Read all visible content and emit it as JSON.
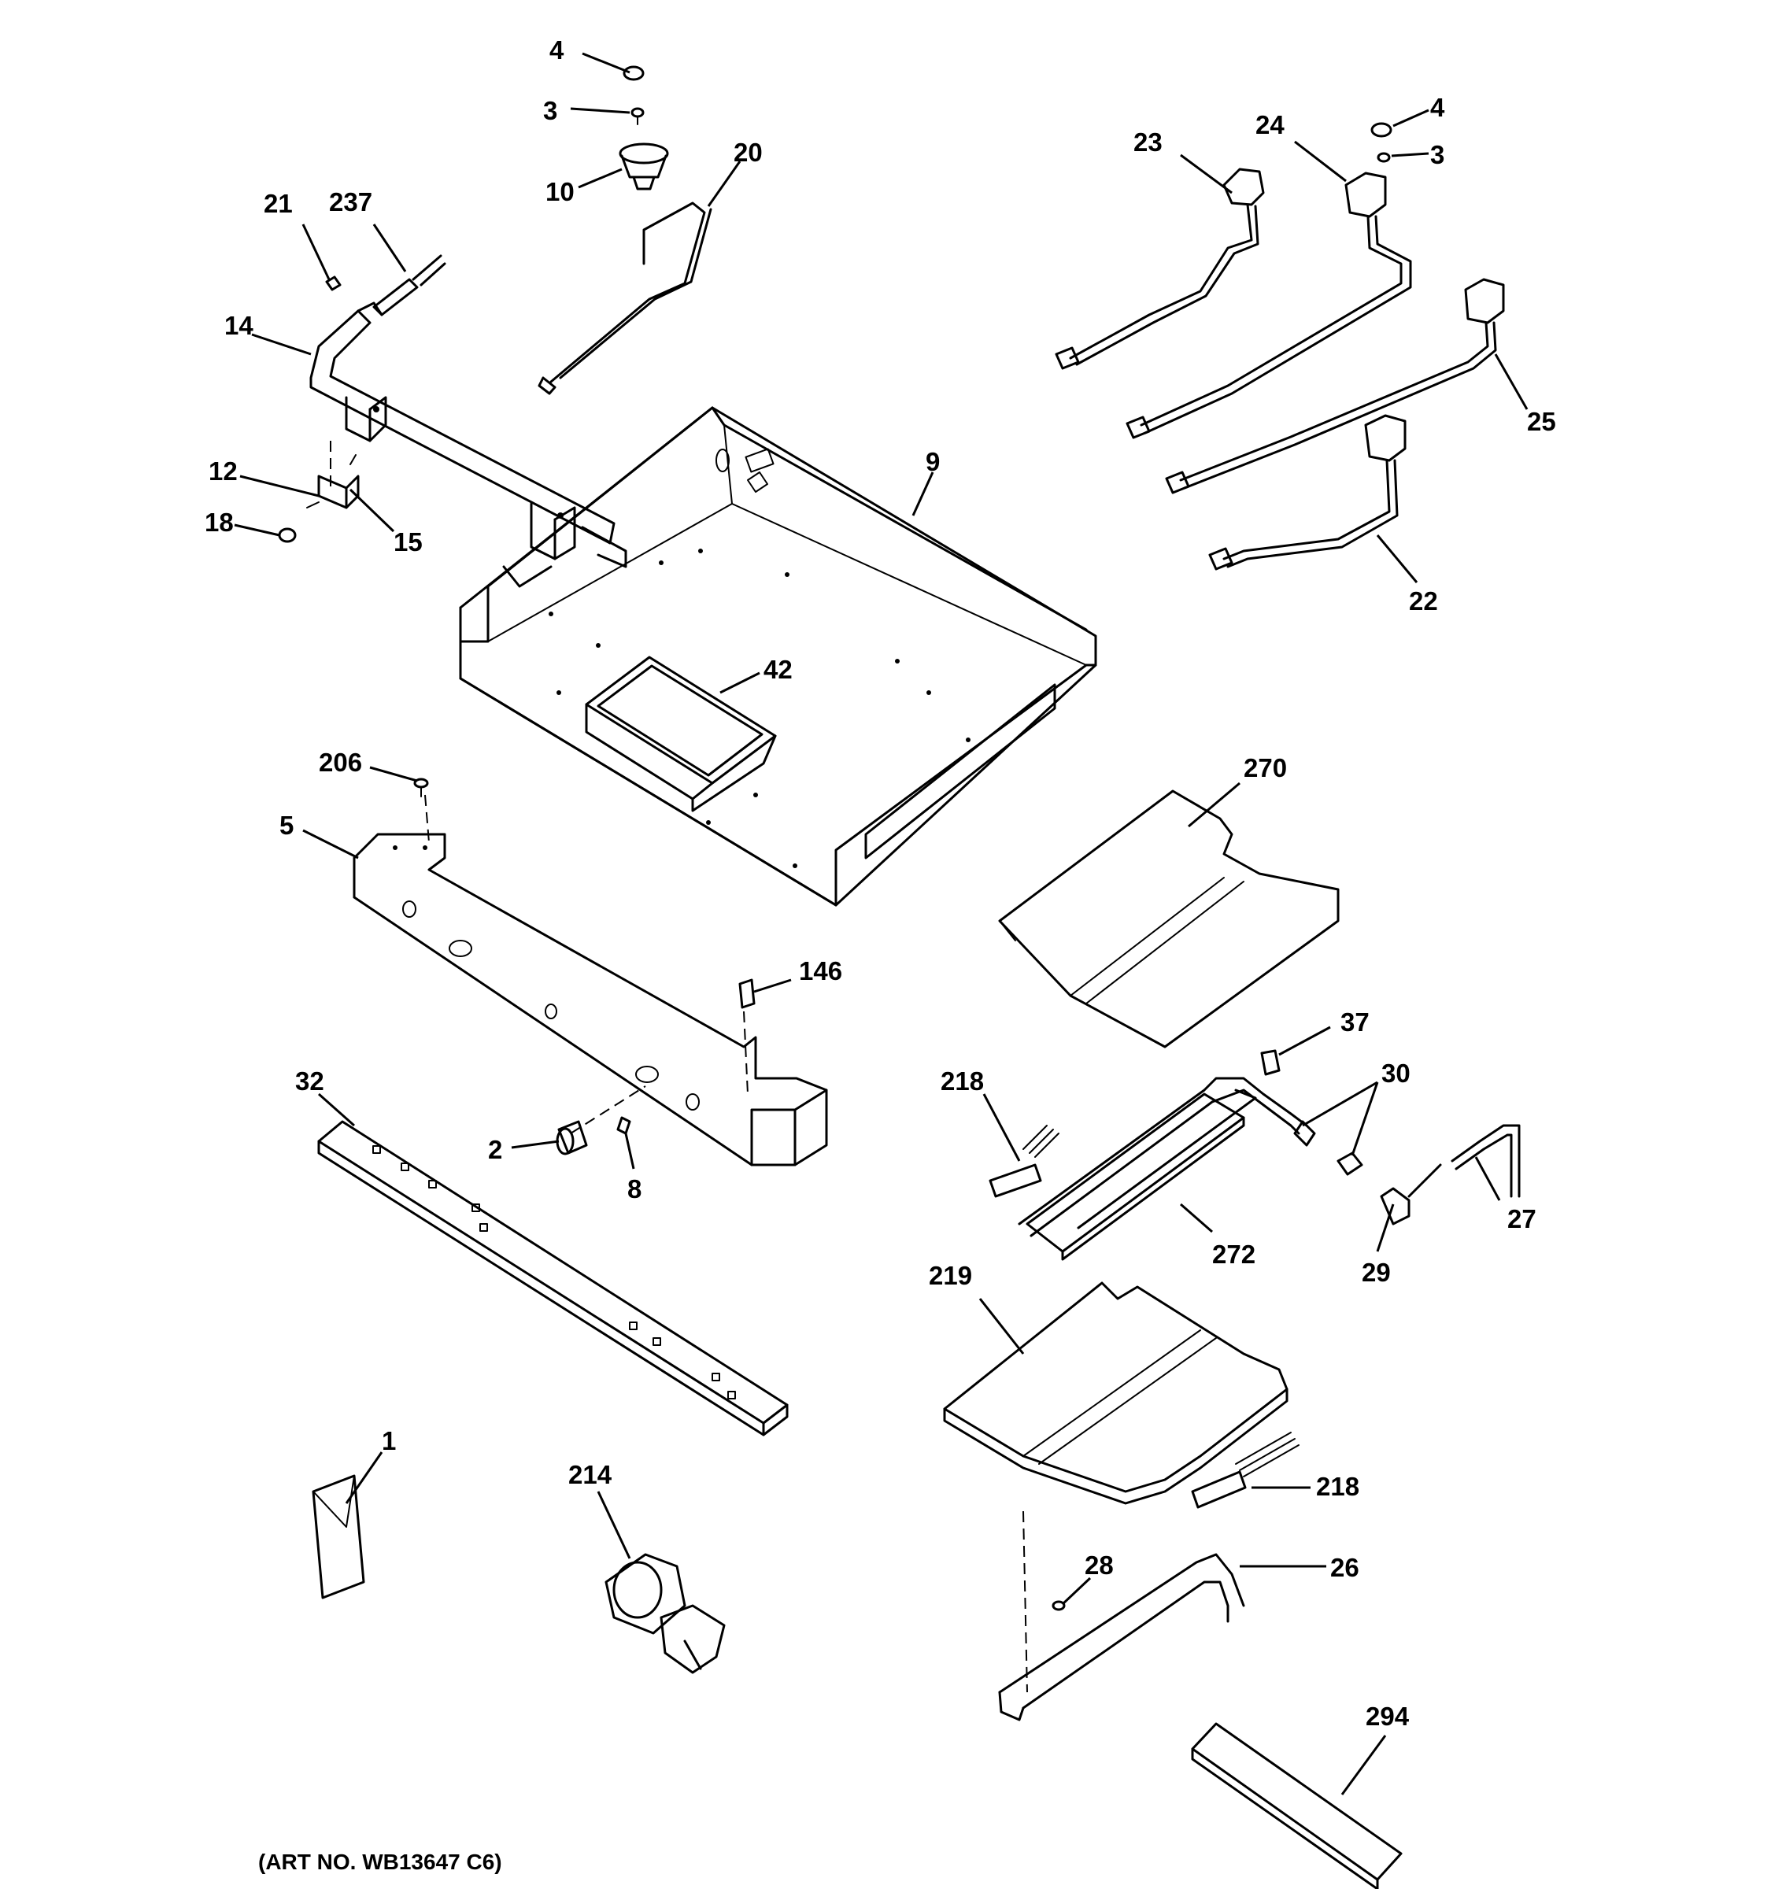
{
  "diagram": {
    "callouts": [
      "4",
      "3",
      "10",
      "20",
      "21",
      "237",
      "14",
      "12",
      "18",
      "15",
      "23",
      "24",
      "4",
      "3",
      "25",
      "22",
      "9",
      "42",
      "206",
      "5",
      "146",
      "270",
      "37",
      "30",
      "218",
      "27",
      "29",
      "272",
      "32",
      "2",
      "8",
      "219",
      "218",
      "1",
      "214",
      "28",
      "26",
      "294"
    ],
    "art_number": "(ART NO. WB13647 C6)"
  }
}
